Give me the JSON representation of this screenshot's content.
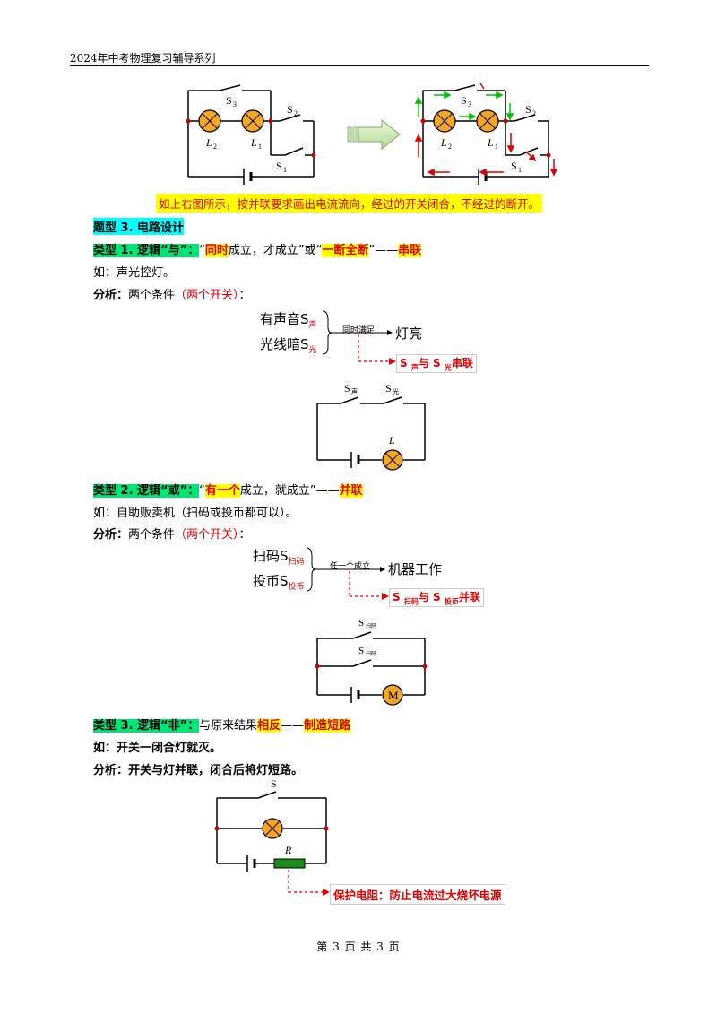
{
  "header": {
    "title": "2024年中考物理复习辅导系列"
  },
  "fig1": {
    "left": {
      "s3": "S",
      "s3_sub": "3",
      "s2": "S",
      "s2_sub": "2",
      "s1": "S",
      "s1_sub": "1",
      "l2": "L",
      "l2_sub": "2",
      "l1": "L",
      "l1_sub": "1"
    },
    "right": {
      "s3": "S",
      "s3_sub": "3",
      "s2": "S",
      "s2_sub": "2",
      "s1": "S",
      "s1_sub": "1",
      "l2": "L",
      "l2_sub": "2",
      "l1": "L",
      "l1_sub": "1"
    },
    "caption": "如上右图所示，按并联要求画出电流流向，经过的开关闭合，不经过的断开。"
  },
  "section": {
    "title": "题型 3. 电路设计"
  },
  "type1": {
    "label": "类型 1. 逻辑“与”：",
    "q1": "“",
    "hl1": "同时",
    "mid": "成立，才成立”或“",
    "hl2": "一断全断",
    "dash": "”——",
    "hl3": "串联",
    "example": "如：声光控灯。",
    "analysis_label": "分析：",
    "analysis_text": "两个条件",
    "analysis_red": "（两个开关）",
    "analysis_colon": "：",
    "cond1": "有声音S",
    "cond1_sub": "声",
    "cond2": "光线暗S",
    "cond2_sub": "光",
    "arrow_label": "同时满足",
    "result": "灯亮",
    "note_a": "S ",
    "note_sub_a": "声",
    "note_b": "与 S ",
    "note_sub_b": "光",
    "note_c": "串联",
    "circ_s1": "S",
    "circ_s1_sub": "声",
    "circ_s2": "S",
    "circ_s2_sub": "光",
    "circ_l": "L"
  },
  "type2": {
    "label": "类型 2. 逻辑“或”：",
    "q1": "“",
    "hl1": "有一个",
    "mid": "成立，就成立”——",
    "hl3": "并联",
    "example": "如：自助贩卖机（扫码或投币都可以）。",
    "analysis_label": "分析：",
    "analysis_text": "两个条件",
    "analysis_red": "（两个开关）",
    "analysis_colon": "：",
    "cond1": "扫码S",
    "cond1_sub": "扫码",
    "cond2": "投币S",
    "cond2_sub": "投币",
    "arrow_label": "任一个成立",
    "result": "机器工作",
    "note_a": "S ",
    "note_sub_a": "扫码",
    "note_b": "与 S ",
    "note_sub_b": "投币",
    "note_c": "并联",
    "circ_s1": "S",
    "circ_s1_sub": "扫码",
    "circ_s2": "S",
    "circ_s2_sub": "扫码",
    "circ_m": "M"
  },
  "type3": {
    "label": "类型 3. 逻辑“非”：",
    "mid": "与原来结果",
    "hl1": "相反",
    "dash": "——",
    "hl2": "制造短路",
    "example": "如：开关一闭合灯就灭。",
    "analysis": "分析：开关与灯并联，闭合后将灯短路。",
    "circ_s": "S",
    "circ_r": "R",
    "note": "保护电阻：防止电流过大烧坏电源"
  },
  "footer": {
    "text": "第 3 页 共 3 页"
  },
  "colors": {
    "lamp": "#f5a623",
    "wire": "#000000",
    "arrow_green": "#00c000",
    "arrow_red": "#e00000",
    "resistor": "#1a8c1a"
  }
}
